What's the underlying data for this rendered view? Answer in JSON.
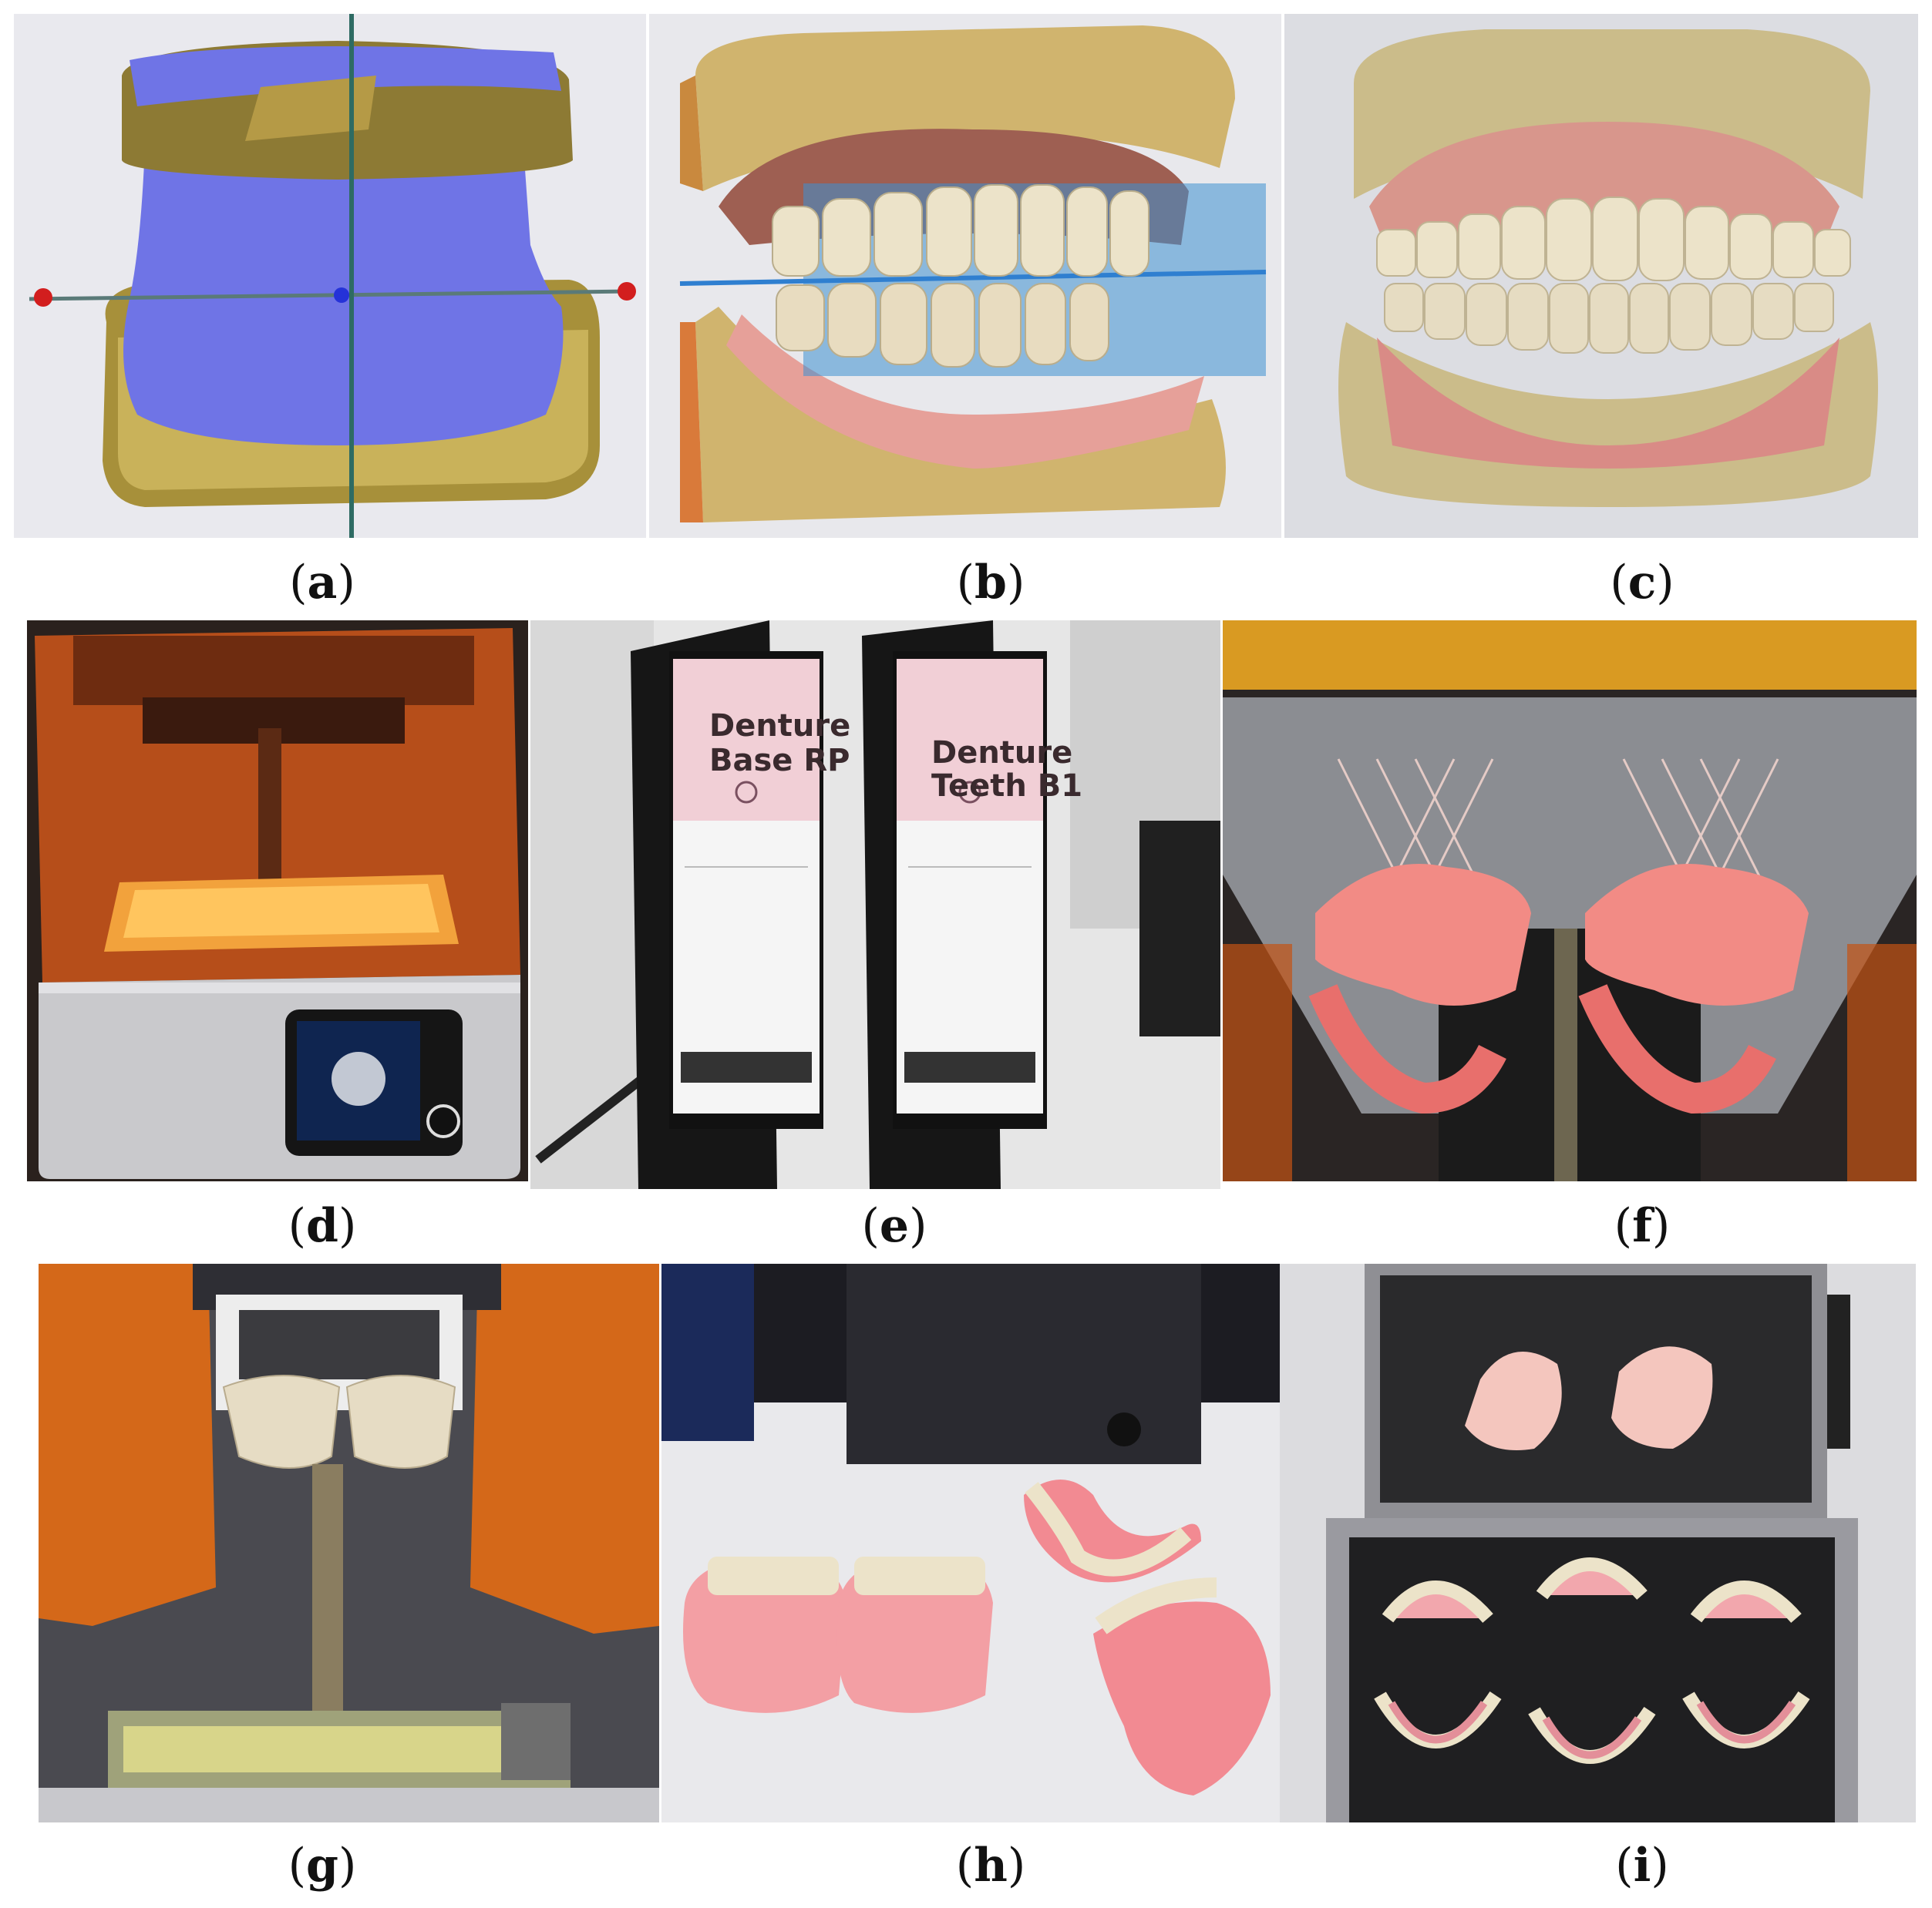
{
  "panels": [
    {
      "id": "a",
      "caption": "a"
    },
    {
      "id": "b",
      "caption": "b"
    },
    {
      "id": "c",
      "caption": "c"
    },
    {
      "id": "d",
      "caption": "d"
    },
    {
      "id": "e",
      "caption": "e",
      "cartridges": [
        {
          "line1": "Denture",
          "line2": "Base RP"
        },
        {
          "line1": "Denture",
          "line2": "Teeth B1"
        }
      ]
    },
    {
      "id": "f",
      "caption": "f"
    },
    {
      "id": "g",
      "caption": "g"
    },
    {
      "id": "h",
      "caption": "h"
    },
    {
      "id": "i",
      "caption": "i"
    }
  ],
  "colors": {
    "scan_blue": "#6f74e6",
    "model_gold": "#b8a04a",
    "gum_pink": "#d98b86",
    "tooth_ivory": "#ece3c9",
    "resin_orange": "#e06a1c",
    "printer_silver": "#c9c9cc",
    "cartridge_black": "#1a1a1a",
    "label_pink": "#f1cfd6"
  }
}
